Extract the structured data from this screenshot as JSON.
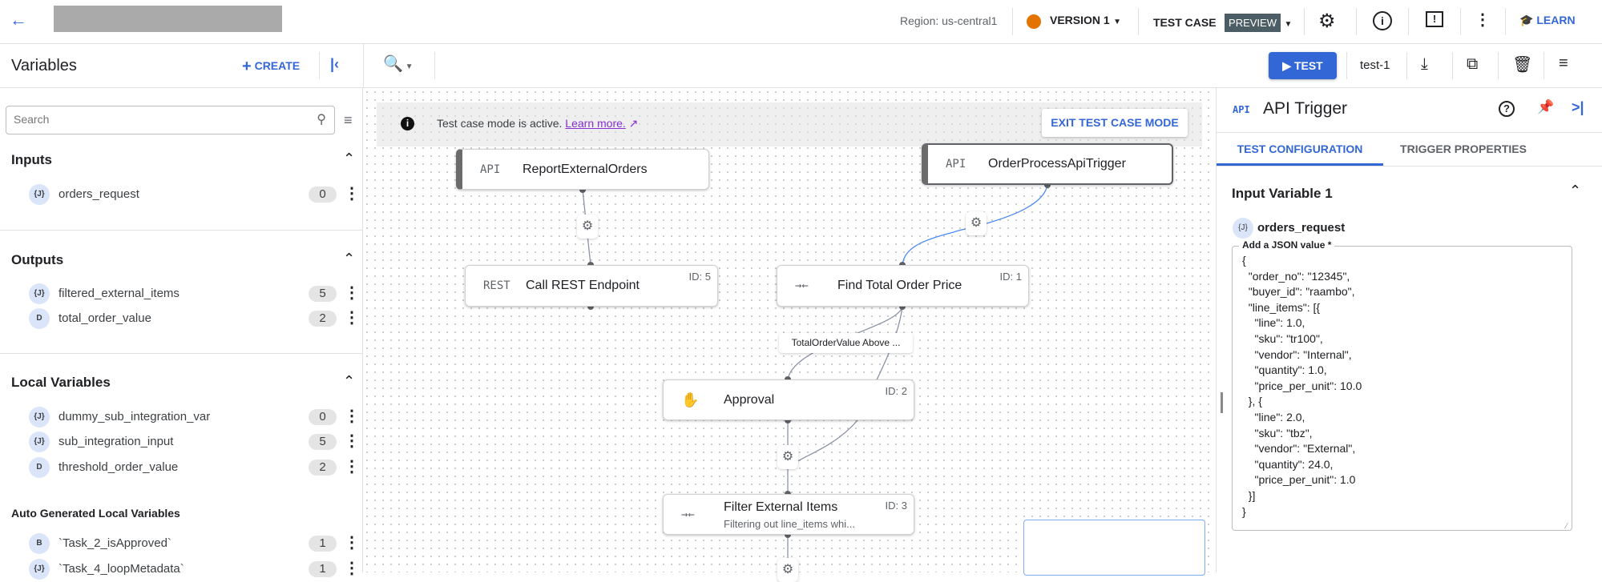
{
  "header": {
    "region": "Region: us-central1",
    "version": "VERSION 1",
    "version_status_color": "#e37400",
    "test_case": "TEST CASE",
    "preview_badge": "PREVIEW",
    "learn": "LEARN",
    "icons": [
      "back-arrow-icon",
      "settings-icon",
      "info-icon",
      "feedback-icon",
      "more-vert-icon",
      "learn-icon"
    ]
  },
  "toolbar": {
    "variables_title": "Variables",
    "create": "CREATE",
    "test_button": "TEST",
    "test_case_name": "test-1",
    "accent": "#3367d6"
  },
  "variables": {
    "search_placeholder": "Search",
    "sections": [
      {
        "title": "Inputs",
        "items": [
          {
            "type": "{J}",
            "name": "orders_request",
            "count": "0"
          }
        ]
      },
      {
        "title": "Outputs",
        "items": [
          {
            "type": "{J}",
            "name": "filtered_external_items",
            "count": "5"
          },
          {
            "type": "D",
            "name": "total_order_value",
            "count": "2"
          }
        ]
      },
      {
        "title": "Local Variables",
        "items": [
          {
            "type": "{J}",
            "name": "dummy_sub_integration_var",
            "count": "0"
          },
          {
            "type": "{J}",
            "name": "sub_integration_input",
            "count": "5"
          },
          {
            "type": "D",
            "name": "threshold_order_value",
            "count": "2"
          }
        ]
      },
      {
        "title": "Auto Generated Local Variables",
        "items": [
          {
            "type": "B",
            "name": "`Task_2_isApproved`",
            "count": "1"
          },
          {
            "type": "{J}",
            "name": "`Task_4_loopMetadata`",
            "count": "1"
          }
        ]
      }
    ]
  },
  "canvas": {
    "banner_text": "Test case mode is active.",
    "banner_link": "Learn more.",
    "exit_button": "EXIT TEST CASE MODE",
    "nodes": [
      {
        "icon": "API",
        "title": "ReportExternalOrders"
      },
      {
        "icon": "API",
        "title": "OrderProcessApiTrigger"
      },
      {
        "icon": "REST",
        "title": "Call REST Endpoint",
        "id": "ID: 5"
      },
      {
        "icon": "merge",
        "title": "Find Total Order Price",
        "id": "ID: 1"
      },
      {
        "icon": "hand",
        "title": "Approval",
        "id": "ID: 2"
      },
      {
        "icon": "merge",
        "title": "Filter External Items",
        "id": "ID: 3",
        "subtitle": "Filtering out line_items whi..."
      }
    ],
    "edge_label": "TotalOrderValue Above ..."
  },
  "panel": {
    "icon": "API",
    "title": "API Trigger",
    "tabs": [
      "TEST CONFIGURATION",
      "TRIGGER PROPERTIES"
    ],
    "active_tab": "TEST CONFIGURATION",
    "section_title": "Input Variable 1",
    "var_type": "{J}",
    "var_name": "orders_request",
    "field_label": "Add a JSON value *",
    "json_lines": [
      "{",
      "  \"order_no\": \"12345\",",
      "  \"buyer_id\": \"raambo\",",
      "  \"line_items\": [{",
      "    \"line\": 1.0,",
      "    \"sku\": \"tr100\",",
      "    \"vendor\": \"Internal\",",
      "    \"quantity\": 1.0,",
      "    \"price_per_unit\": 10.0",
      "  }, {",
      "    \"line\": 2.0,",
      "    \"sku\": \"tbz\",",
      "    \"vendor\": \"External\",",
      "    \"quantity\": 24.0,",
      "    \"price_per_unit\": 1.0",
      "  }]",
      "}"
    ]
  }
}
